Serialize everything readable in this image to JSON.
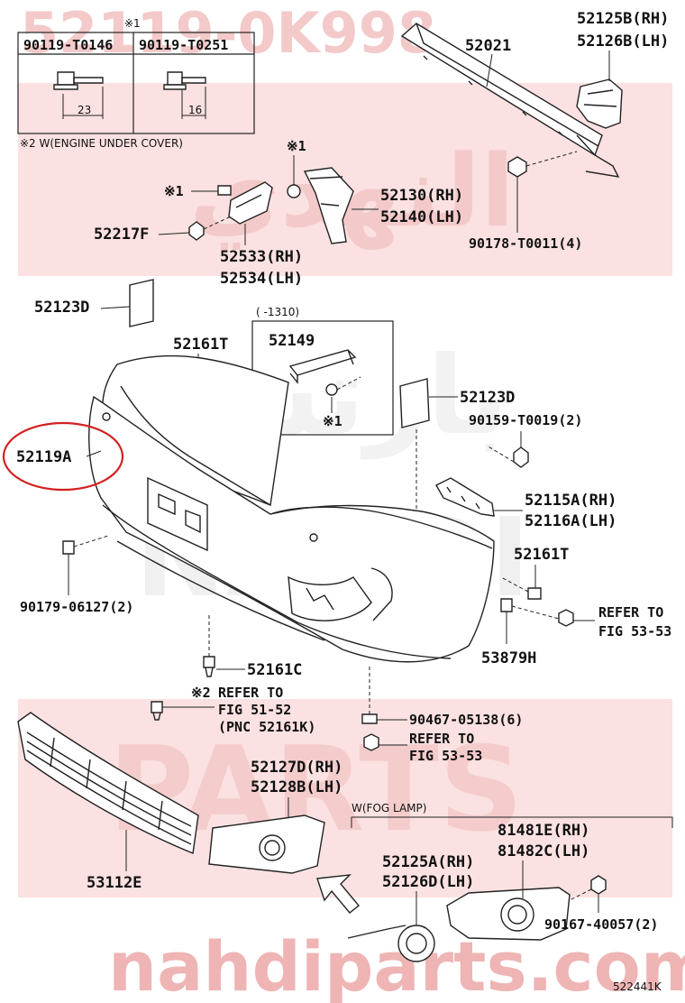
{
  "watermarks": {
    "top_part_number": "52119-0K998",
    "arabic_top": "النهدي",
    "arabic_mid": "بارتس",
    "brand_mid": "NAHDI",
    "brand_low": "PARTS",
    "site": "nahdiparts.com"
  },
  "bolt_table": {
    "marker": "※1",
    "col1_part": "90119-T0146",
    "col2_part": "90119-T0251",
    "col1_dim": "23",
    "col2_dim": "16",
    "footnote": "※2 W(ENGINE UNDER COVER)"
  },
  "inset_box": {
    "range": "(     -1310)",
    "part": "52149",
    "marker": "※1"
  },
  "labels": {
    "p52021": "52021",
    "p52125b": "52125B(RH)",
    "p52126b": "52126B(LH)",
    "mk1a": "※1",
    "mk1b": "※1",
    "p52130": "52130(RH)",
    "p52140": "52140(LH)",
    "p52217f": "52217F",
    "p52533": "52533(RH)",
    "p52534": "52534(LH)",
    "p90178": "90178-T0011(4)",
    "p52123d_a": "52123D",
    "p52161t_a": "52161T",
    "p52123d_b": "52123D",
    "p90159": "90159-T0019(2)",
    "p52119a": "52119A",
    "p52115a": "52115A(RH)",
    "p52116a": "52116A(LH)",
    "p52161t_b": "52161T",
    "p90179": "90179-06127(2)",
    "refer1_a": "REFER TO",
    "refer1_b": "FIG 53-53",
    "p53879h": "53879H",
    "p52161c": "52161C",
    "mk2": "※2",
    "refer2_a": "REFER TO",
    "refer2_b": "FIG 51-52",
    "refer2_c": "(PNC 52161K)",
    "p90467": "90467-05138(6)",
    "refer3_a": "REFER TO",
    "refer3_b": "FIG 53-53",
    "p52127d": "52127D(RH)",
    "p52128b": "52128B(LH)",
    "fog_note": "W(FOG LAMP)",
    "p81481e": "81481E(RH)",
    "p81482c": "81482C(LH)",
    "p53112e": "53112E",
    "p52125a": "52125A(RH)",
    "p52126d": "52126D(LH)",
    "p90167": "90167-40057(2)",
    "fig_code": "522441K"
  },
  "highlight": {
    "part": "52119A",
    "color": "#d42020"
  }
}
